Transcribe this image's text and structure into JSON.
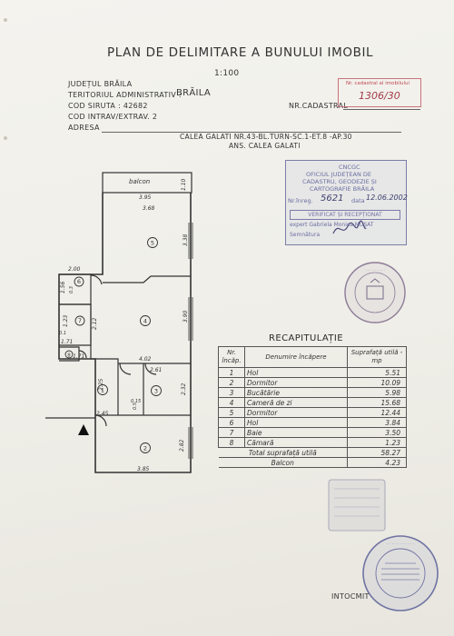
{
  "header": {
    "title": "PLAN DE DELIMITARE A BUNULUI IMOBIL",
    "scale": "1:100"
  },
  "info": {
    "judet": "JUDEȚUL BRĂILA",
    "teritoriu_label": "TERITORIUL ADMINISTRATIV :",
    "teritoriu_value": "BRĂILA",
    "siruta": "COD SIRUTA : 42682",
    "intravilan": "COD INTRAV/EXTRAV. 2",
    "adresa_label": "ADRESA",
    "adresa_value": "CALEA GALATI NR.43-BL.TURN-SC.1-ET.8 -AP.30",
    "adresa_value2": "ANS. CALEA GALATI",
    "nr_cadastral_label": "NR.CADASTRAL",
    "nr_cadastral_stamp_header": "Nr. cadastral al imobilului",
    "nr_cadastral_value": "1306/30"
  },
  "stamp_registration": {
    "line1": "CNCGC",
    "line2": "OFICIUL JUDEȚEAN DE",
    "line3": "CADASTRU, GEODEZIE ȘI",
    "line4": "CARTOGRAFIE BRĂILA",
    "nr_label": "Nr.înreg.",
    "nr_value": "5621",
    "data_label": "data",
    "data_value": "12.06.2002",
    "verificat": "VERIFICAT ȘI RECEPȚIONAT",
    "expert": "expert Gabriela Monica MUȘAT",
    "semnatura": "Semnătura"
  },
  "plan": {
    "balcon_label": "balcon",
    "dims": [
      "3.95",
      "1.10",
      "3.68",
      "3.38",
      "2.00",
      "1.56",
      "0.3",
      "1.23",
      "2.12",
      "0.1",
      "1.71",
      "3.90",
      "1.71",
      "4.02",
      "2.61",
      "2.25",
      "0.15",
      "0.5",
      "2.32",
      "2.45",
      "2.82",
      "3.85"
    ],
    "rooms": [
      "1",
      "2",
      "3",
      "4",
      "5",
      "6",
      "7",
      "8"
    ]
  },
  "recap": {
    "title": "RECAPITULAȚIE",
    "col_nr": "Nr. încăp.",
    "col_denumire": "Denumire încăpere",
    "col_suprafata": "Suprafață utilă - mp",
    "rows": [
      {
        "nr": "1",
        "name": "Hol",
        "area": "5.51"
      },
      {
        "nr": "2",
        "name": "Dormitor",
        "area": "10.09"
      },
      {
        "nr": "3",
        "name": "Bucătărie",
        "area": "5.98"
      },
      {
        "nr": "4",
        "name": "Cameră de zi",
        "area": "15.68"
      },
      {
        "nr": "5",
        "name": "Dormitor",
        "area": "12.44"
      },
      {
        "nr": "6",
        "name": "Hol",
        "area": "3.84"
      },
      {
        "nr": "7",
        "name": "Baie",
        "area": "3.50"
      },
      {
        "nr": "8",
        "name": "Cămară",
        "area": "1.23"
      }
    ],
    "total_label": "Total suprafață utilă",
    "total_value": "58.27",
    "balcon_label": "Balcon",
    "balcon_value": "4.23"
  },
  "footer": {
    "intocmit": "INTOCMIT"
  },
  "colors": {
    "stamp_blue": "#6f73a3",
    "stamp_red": "#c04a55",
    "ink": "#2b2b2b"
  }
}
